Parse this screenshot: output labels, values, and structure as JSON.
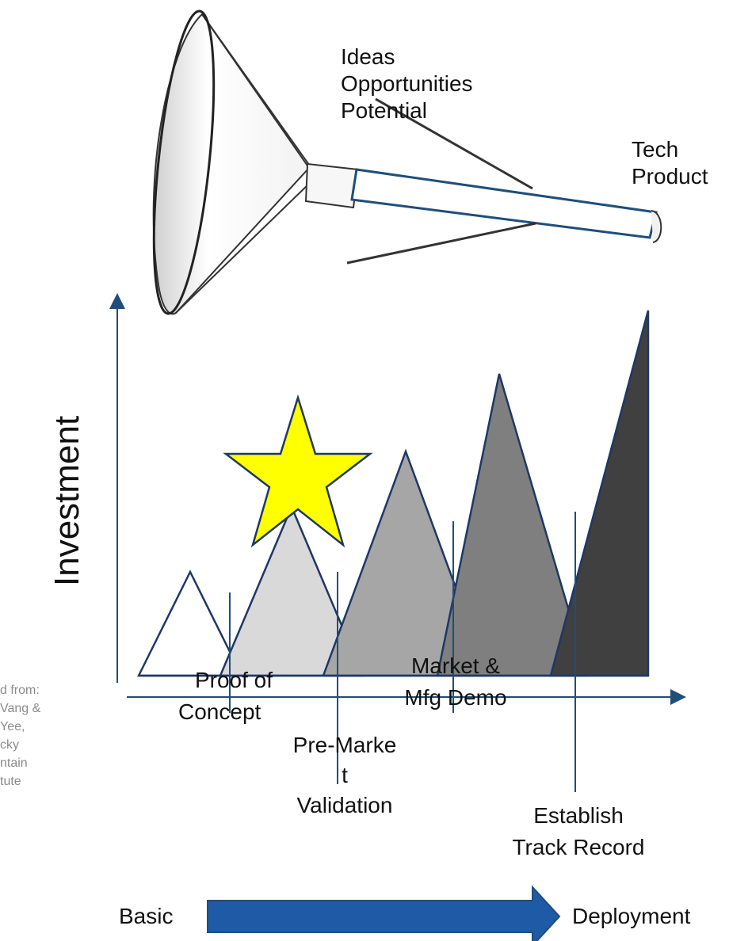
{
  "funnel": {
    "top_lines": [
      "Ideas",
      "Opportunities",
      "Potential"
    ],
    "output_lines": [
      "Tech",
      "Product"
    ]
  },
  "axis": {
    "y_title": "Investment"
  },
  "stages": [
    {
      "lines": [
        "Proof of",
        "Concept"
      ]
    },
    {
      "lines": [
        "Pre-Marke",
        "t",
        "Validation"
      ]
    },
    {
      "lines": [
        "Market &",
        "Mfg Demo"
      ]
    },
    {
      "lines": [
        "Establish",
        "Track Record"
      ]
    }
  ],
  "credit_lines": [
    "d from:",
    "Vang &",
    "Yee,",
    "cky",
    "ntain",
    "tute"
  ],
  "progress": {
    "start_label": "Basic",
    "end_label": "Deployment"
  },
  "colors": {
    "axis": "#1f4e79",
    "arrow": "#1f5aa6",
    "star": "#ffff00",
    "triangle_1": "#ffffff",
    "triangle_2": "#d9d9d9",
    "triangle_3": "#a6a6a6",
    "triangle_4": "#7f7f7f",
    "triangle_5": "#404040"
  },
  "icons": [
    "funnel-icon",
    "star-icon",
    "arrow-right-icon"
  ]
}
